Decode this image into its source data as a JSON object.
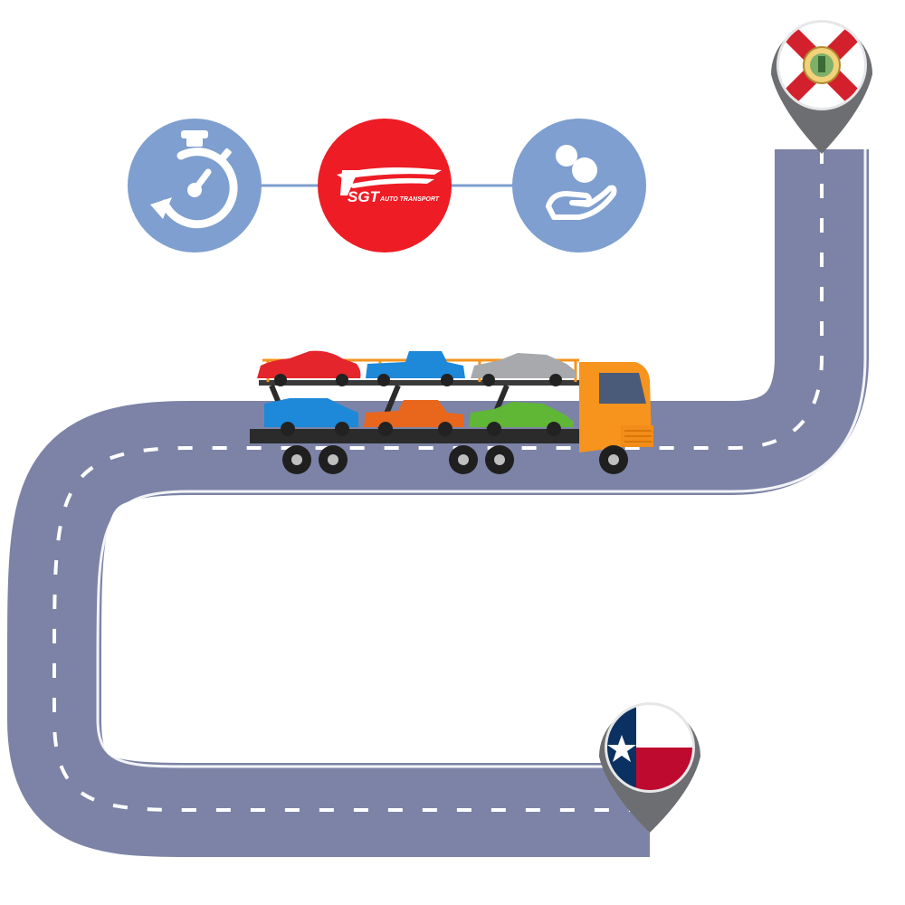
{
  "logo": {
    "wordmark": "SGT",
    "tagline": "AUTO TRANSPORT"
  },
  "icons": [
    {
      "name": "stopwatch-icon"
    },
    {
      "name": "sgt-logo-icon"
    },
    {
      "name": "hand-coins-icon"
    }
  ],
  "markers": {
    "origin": {
      "name": "florida-flag-marker"
    },
    "destination": {
      "name": "texas-flag-marker"
    }
  },
  "colors": {
    "road": "#7c83a6",
    "road_edge": "#ffffff",
    "icon_circle": "#7e9fcf",
    "logo_circle": "#ee1c24",
    "truck_cab": "#f7941d",
    "texas_blue": "#0a3161",
    "texas_red": "#bf0a30",
    "florida_red": "#d2212d"
  }
}
